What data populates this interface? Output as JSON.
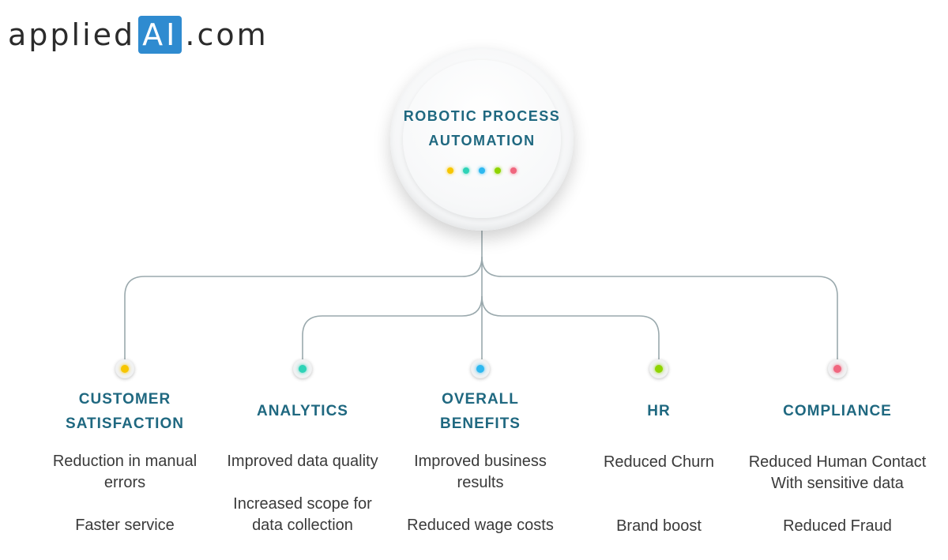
{
  "logo": {
    "prefix": "applied",
    "highlight": "AI",
    "suffix": ".com",
    "highlight_color": "#2f8bd0"
  },
  "hub": {
    "title_line1": "ROBOTIC PROCESS",
    "title_line2": "AUTOMATION",
    "dot_colors": [
      "#f7c600",
      "#2ed3b7",
      "#2eb8f0",
      "#8fd400",
      "#f0667e"
    ]
  },
  "colors": {
    "title": "#1f6880",
    "line": "#9aa9ad",
    "text": "#3a3a3a"
  },
  "columns": [
    {
      "title_lines": [
        "CUSTOMER",
        "SATISFACTION"
      ],
      "dot_color": "#f7c600",
      "items": [
        [
          "Reduction in manual",
          "errors"
        ],
        [
          "Faster service"
        ]
      ]
    },
    {
      "title_lines": [
        "ANALYTICS"
      ],
      "dot_color": "#2ed3b7",
      "items": [
        [
          "Improved data quality"
        ],
        [
          "Increased scope for",
          "data collection"
        ]
      ]
    },
    {
      "title_lines": [
        "OVERALL",
        "BENEFITS"
      ],
      "dot_color": "#2eb8f0",
      "items": [
        [
          "Improved business",
          "results"
        ],
        [
          "Reduced wage costs"
        ]
      ]
    },
    {
      "title_lines": [
        "HR"
      ],
      "dot_color": "#8fd400",
      "items": [
        [
          "Reduced Churn"
        ],
        [
          "Brand boost"
        ]
      ]
    },
    {
      "title_lines": [
        "COMPLIANCE"
      ],
      "dot_color": "#f0667e",
      "items": [
        [
          "Reduced Human Contact",
          "With sensitive data"
        ],
        [
          "Reduced Fraud"
        ]
      ]
    }
  ]
}
